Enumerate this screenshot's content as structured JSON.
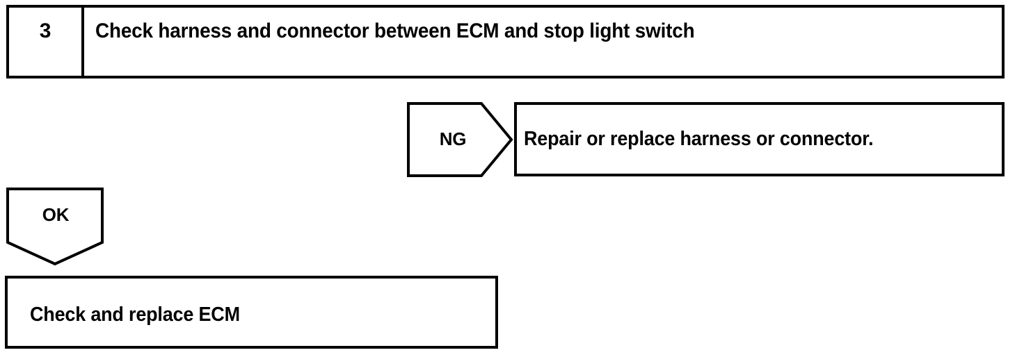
{
  "document": {
    "type": "troubleshooting-flowchart",
    "ink_color": "#000000",
    "paper_color": "#ffffff"
  },
  "step": {
    "number": "3",
    "title": "Check harness and connector between ECM and stop light switch"
  },
  "branches": [
    {
      "id": "ng",
      "label": "NG",
      "direction": "right",
      "result_text": "Repair or replace harness or connector."
    },
    {
      "id": "ok",
      "label": "OK",
      "direction": "down",
      "result_text": "Check and replace ECM"
    }
  ],
  "outcomes": {
    "ng_action": "Repair or replace harness or connector.",
    "ok_action": "Check and replace ECM"
  }
}
